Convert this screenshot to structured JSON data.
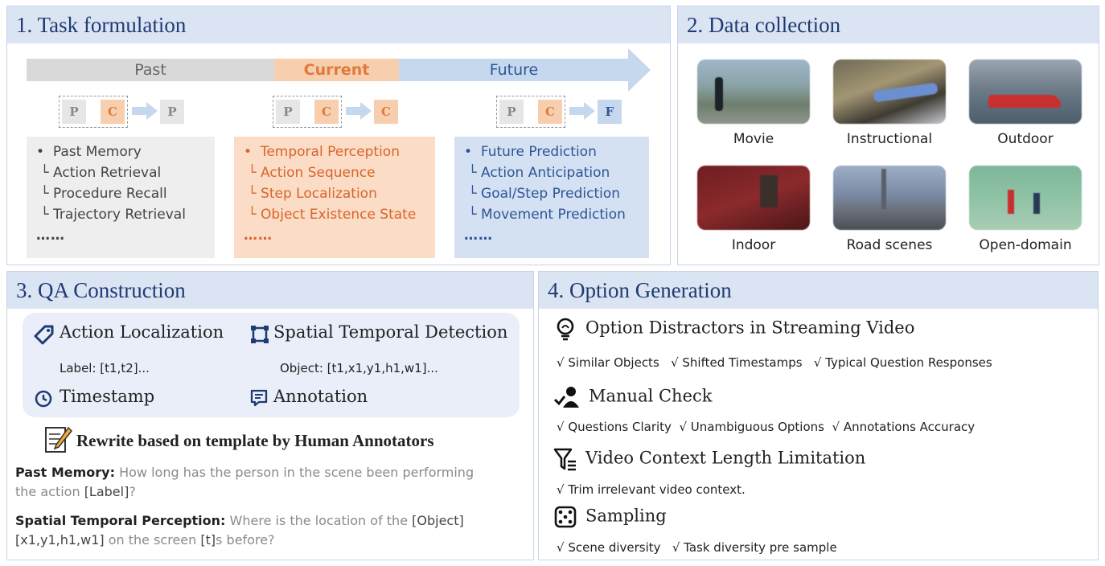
{
  "panel1": {
    "title": "1. Task formulation",
    "timeline": {
      "past": "Past",
      "current": "Current",
      "future": "Future"
    },
    "tokens": {
      "p": "P",
      "c": "C",
      "f": "F"
    },
    "past": {
      "items": [
        "Past Memory",
        "Action Retrieval",
        "Procedure Recall",
        "Trajectory Retrieval"
      ],
      "more": "……"
    },
    "current": {
      "items": [
        "Temporal Perception",
        "Action Sequence",
        "Step Localization",
        "Object Existence State"
      ],
      "more": "……"
    },
    "future": {
      "items": [
        "Future Prediction",
        "Action Anticipation",
        "Goal/Step Prediction",
        "Movement Prediction"
      ],
      "more": "……"
    },
    "colors": {
      "past": "#d9d9d9",
      "current": "#f8cfae",
      "future": "#c6d8ee",
      "accent_orange": "#e07a3c",
      "accent_blue": "#2f5597"
    }
  },
  "panel2": {
    "title": "2. Data collection",
    "sources": [
      "Movie",
      "Instructional",
      "Outdoor",
      "Indoor",
      "Road scenes",
      "Open-domain"
    ]
  },
  "panel3": {
    "title": "3. QA Construction",
    "action_localization": "Action Localization",
    "spatial_temporal_detection": "Spatial Temporal Detection",
    "label_format": "Label: [t1,t2]...",
    "object_format": "Object: [t1,x1,y1,h1,w1]...",
    "timestamp": "Timestamp",
    "annotation": "Annotation",
    "rewrite": "Rewrite based on template by Human Annotators",
    "q1": {
      "key": "Past Memory:",
      "pre": "How long has the person in the scene been performing",
      "pre2": "the action",
      "label": "[Label]",
      "post": "?"
    },
    "q2": {
      "key": "Spatial Temporal Perception:",
      "pre": "Where is the location of the",
      "object": "[Object]",
      "coords": "[x1,y1,h1,w1]",
      "mid": "on the screen",
      "t": "[t]",
      "post": "s before?"
    }
  },
  "panel4": {
    "title": "4. Option Generation",
    "distractors": {
      "title": "Option Distractors in Streaming Video",
      "items": [
        "√ Similar Objects",
        "√ Shifted Timestamps",
        "√ Typical Question Responses"
      ]
    },
    "manual": {
      "title": "Manual Check",
      "items": [
        "√ Questions Clarity",
        "√ Unambiguous Options",
        "√ Annotations Accuracy"
      ]
    },
    "context": {
      "title": "Video Context Length Limitation",
      "items": [
        "√ Trim irrelevant video context."
      ]
    },
    "sampling": {
      "title": "Sampling",
      "items": [
        "√ Scene diversity",
        "√ Task diversity pre sample"
      ]
    }
  }
}
